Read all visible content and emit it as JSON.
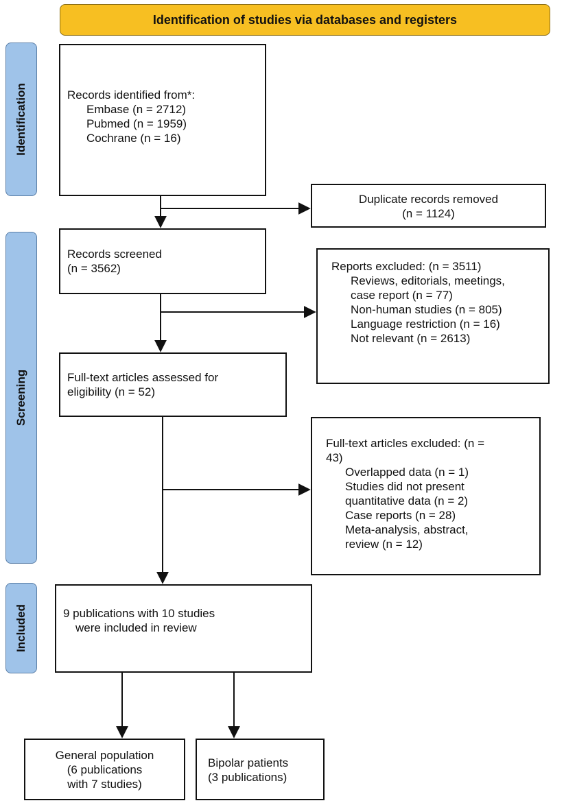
{
  "header": "Identification of studies via databases and registers",
  "phases": {
    "identification": "Identification",
    "screening": "Screening",
    "included": "Included"
  },
  "records_identified": {
    "heading": "Records identified from*:",
    "items": [
      "Embase (n = 2712)",
      "Pubmed (n = 1959)",
      "Cochrane (n = 16)"
    ]
  },
  "duplicates": {
    "line1": "Duplicate records removed",
    "line2": "(n = 1124)"
  },
  "screened": {
    "line1": "Records screened",
    "line2": "(n = 3562)"
  },
  "reports_excluded": {
    "heading": "Reports excluded: (n = 3511)",
    "items": [
      "Reviews, editorials, meetings,",
      "case report (n = 77)",
      "Non-human studies (n = 805)",
      "Language restriction (n = 16)",
      "Not relevant (n = 2613)"
    ]
  },
  "fulltext_assessed": {
    "line1": "Full-text articles assessed for",
    "line2": "eligibility (n = 52)"
  },
  "fulltext_excluded": {
    "heading1": "Full-text articles excluded: (n =",
    "heading2": "43)",
    "items": [
      "Overlapped data (n = 1)",
      "Studies did not present",
      "quantitative data (n = 2)",
      "Case reports (n = 28)",
      "Meta-analysis, abstract,",
      "review (n = 12)"
    ]
  },
  "included_box": {
    "line1": "9 publications with 10 studies",
    "line2": "were included in review"
  },
  "general_population": {
    "line1": "General population",
    "line2": "(6 publications",
    "line3": "with 7 studies)"
  },
  "bipolar": {
    "line1": "Bipolar patients",
    "line2": "(3 publications)"
  },
  "colors": {
    "header_fill": "#f7bf22",
    "phase_fill": "#9fc3e9",
    "stroke": "#111111"
  }
}
